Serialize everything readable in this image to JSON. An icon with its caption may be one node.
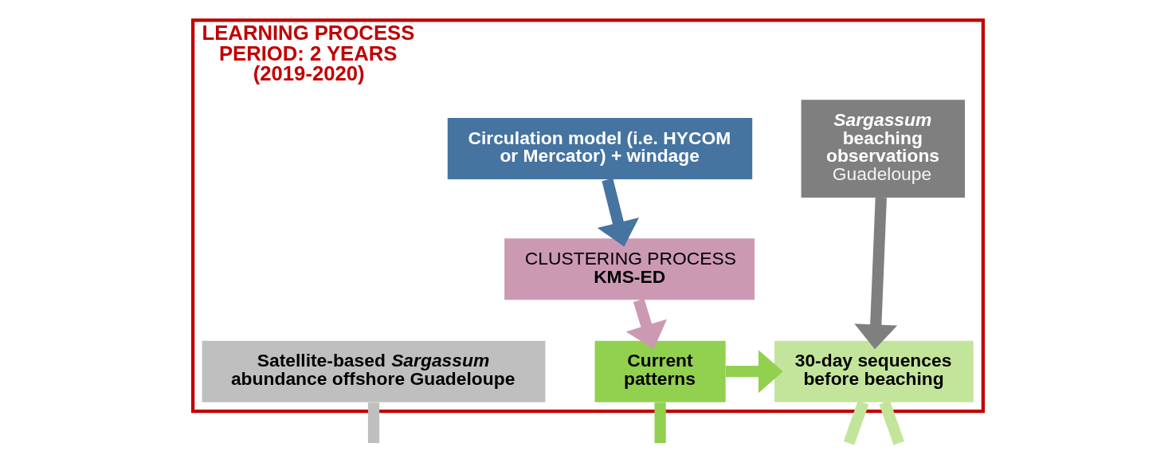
{
  "diagram": {
    "nodes": [
      {
        "text": [
          "LEARNING PROCESS PERIOD: 2 YEARS (2019-2020)"
        ]
      },
      {
        "text": [
          "Circulation model (i.e. HYCOM or Mercator) + windage"
        ],
        "in": 0
      },
      {
        "text": [
          "*Sargassum* beaching observations",
          "Guadeloupe"
        ],
        "in": 0
      },
      {
        "text": [
          "CLUSTERING PROCESS",
          "KMS-ED"
        ],
        "in": 0
      },
      {
        "text": [
          "Satellite-based *Sargassum* abundance offshore Guadeloupe"
        ],
        "in": 0
      },
      {
        "text": [
          "Current patterns"
        ],
        "in": 0
      },
      {
        "text": [
          "30-day sequences before beaching"
        ],
        "in": 0
      }
    ],
    "edges": [
      {
        "from": 1,
        "to": 3,
        "arrow": "to",
        "color": "#4674a0"
      },
      {
        "from": 3,
        "to": 5,
        "arrow": "to",
        "color": "#cc99b3"
      },
      {
        "from": 5,
        "to": 6,
        "arrow": "to",
        "color": "#92d050"
      },
      {
        "from": 2,
        "to": 6,
        "arrow": "to",
        "color": "#7f7f7f"
      },
      {
        "from": 4,
        "to": null,
        "arrow": "none",
        "color": "#bfbfbf"
      },
      {
        "from": 5,
        "to": null,
        "arrow": "none",
        "color": "#92d050"
      },
      {
        "from": 6,
        "to": null,
        "arrow": "none",
        "color": "#c3e59b"
      },
      {
        "from": 6,
        "to": null,
        "arrow": "none",
        "color": "#c3e59b"
      }
    ]
  }
}
